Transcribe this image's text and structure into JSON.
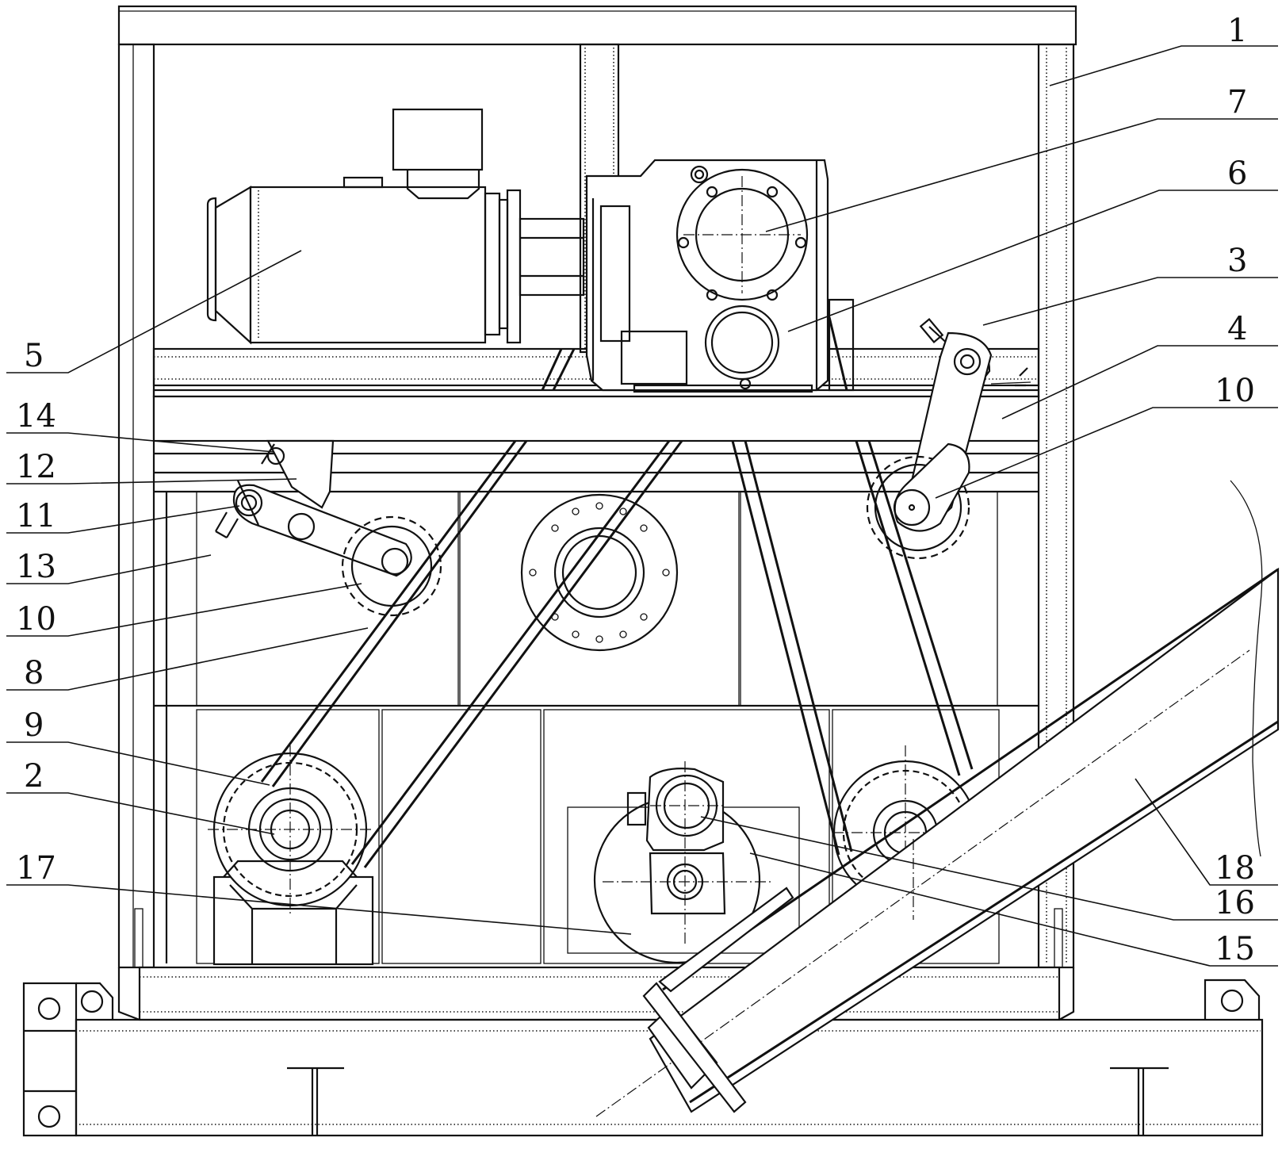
{
  "labels": [
    {
      "id": "1",
      "text": "1"
    },
    {
      "id": "7",
      "text": "7"
    },
    {
      "id": "6",
      "text": "6"
    },
    {
      "id": "3",
      "text": "3"
    },
    {
      "id": "4",
      "text": "4"
    },
    {
      "id": "10a",
      "text": "10"
    },
    {
      "id": "5",
      "text": "5"
    },
    {
      "id": "14",
      "text": "14"
    },
    {
      "id": "12",
      "text": "12"
    },
    {
      "id": "11",
      "text": "11"
    },
    {
      "id": "13",
      "text": "13"
    },
    {
      "id": "10b",
      "text": "10"
    },
    {
      "id": "8",
      "text": "8"
    },
    {
      "id": "9",
      "text": "9"
    },
    {
      "id": "2",
      "text": "2"
    },
    {
      "id": "17",
      "text": "17"
    },
    {
      "id": "18",
      "text": "18"
    },
    {
      "id": "16",
      "text": "16"
    },
    {
      "id": "15",
      "text": "15"
    }
  ]
}
